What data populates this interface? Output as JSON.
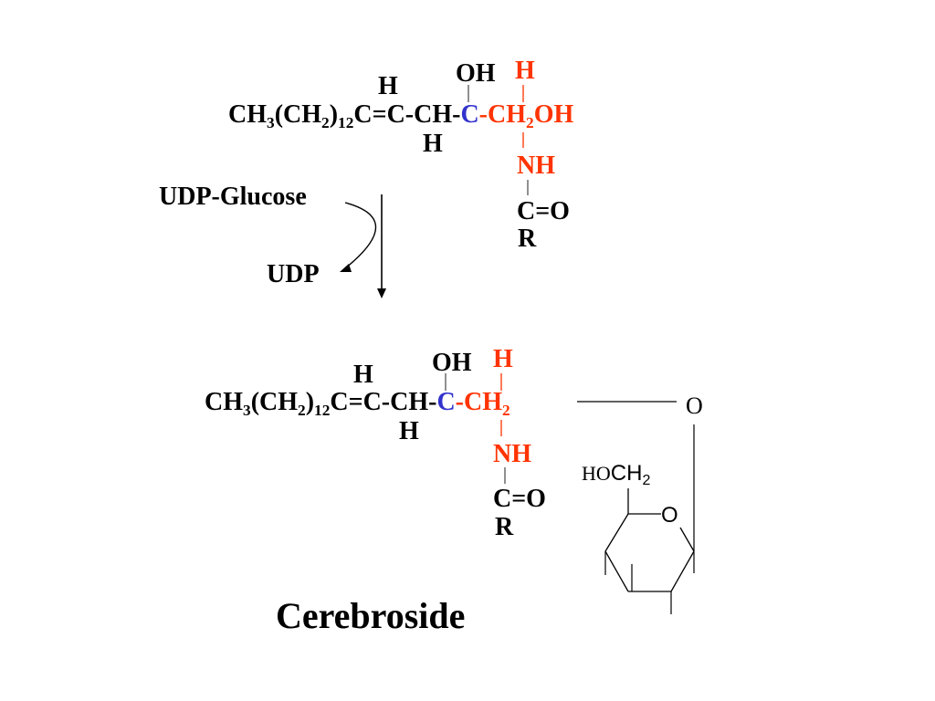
{
  "colors": {
    "text": "#000000",
    "highlight": "#ff3300",
    "chiral_carbon": "#3333cc",
    "line": "#555555"
  },
  "top_molecule": {
    "oh": "OH",
    "h_red": "H",
    "h_upper": "H",
    "h_lower": "H",
    "chain": {
      "ch": "CH",
      "sub3": "3",
      "open": "(CH",
      "sub2": "2",
      "close": ")",
      "sub12": "12",
      "rest": "C=C-CH-"
    },
    "chiral_c": "C",
    "tail_dash_ch": "-CH",
    "tail_sub2": "2",
    "tail_oh": "OH",
    "nh": "NH",
    "co": "C=O",
    "r": "R"
  },
  "reaction": {
    "reactant": "UDP-Glucose",
    "byproduct": "UDP"
  },
  "bottom_molecule": {
    "oh": "OH",
    "h_red": "H",
    "h_upper": "H",
    "h_lower": "H",
    "chain": {
      "ch": "CH",
      "sub3": "3",
      "open": "(CH",
      "sub2": "2",
      "close": ")",
      "sub12": "12",
      "rest": "C=C-CH-"
    },
    "chiral_c": "C",
    "tail_dash_ch": "-CH",
    "tail_sub2": "2",
    "nh": "NH",
    "co": "C=O",
    "r": "R",
    "glycosidic_o": "O",
    "sugar_ho": "HO",
    "sugar_ch": "CH",
    "sugar_sub2": "2",
    "ring_o": "O"
  },
  "caption": "Cerebroside"
}
